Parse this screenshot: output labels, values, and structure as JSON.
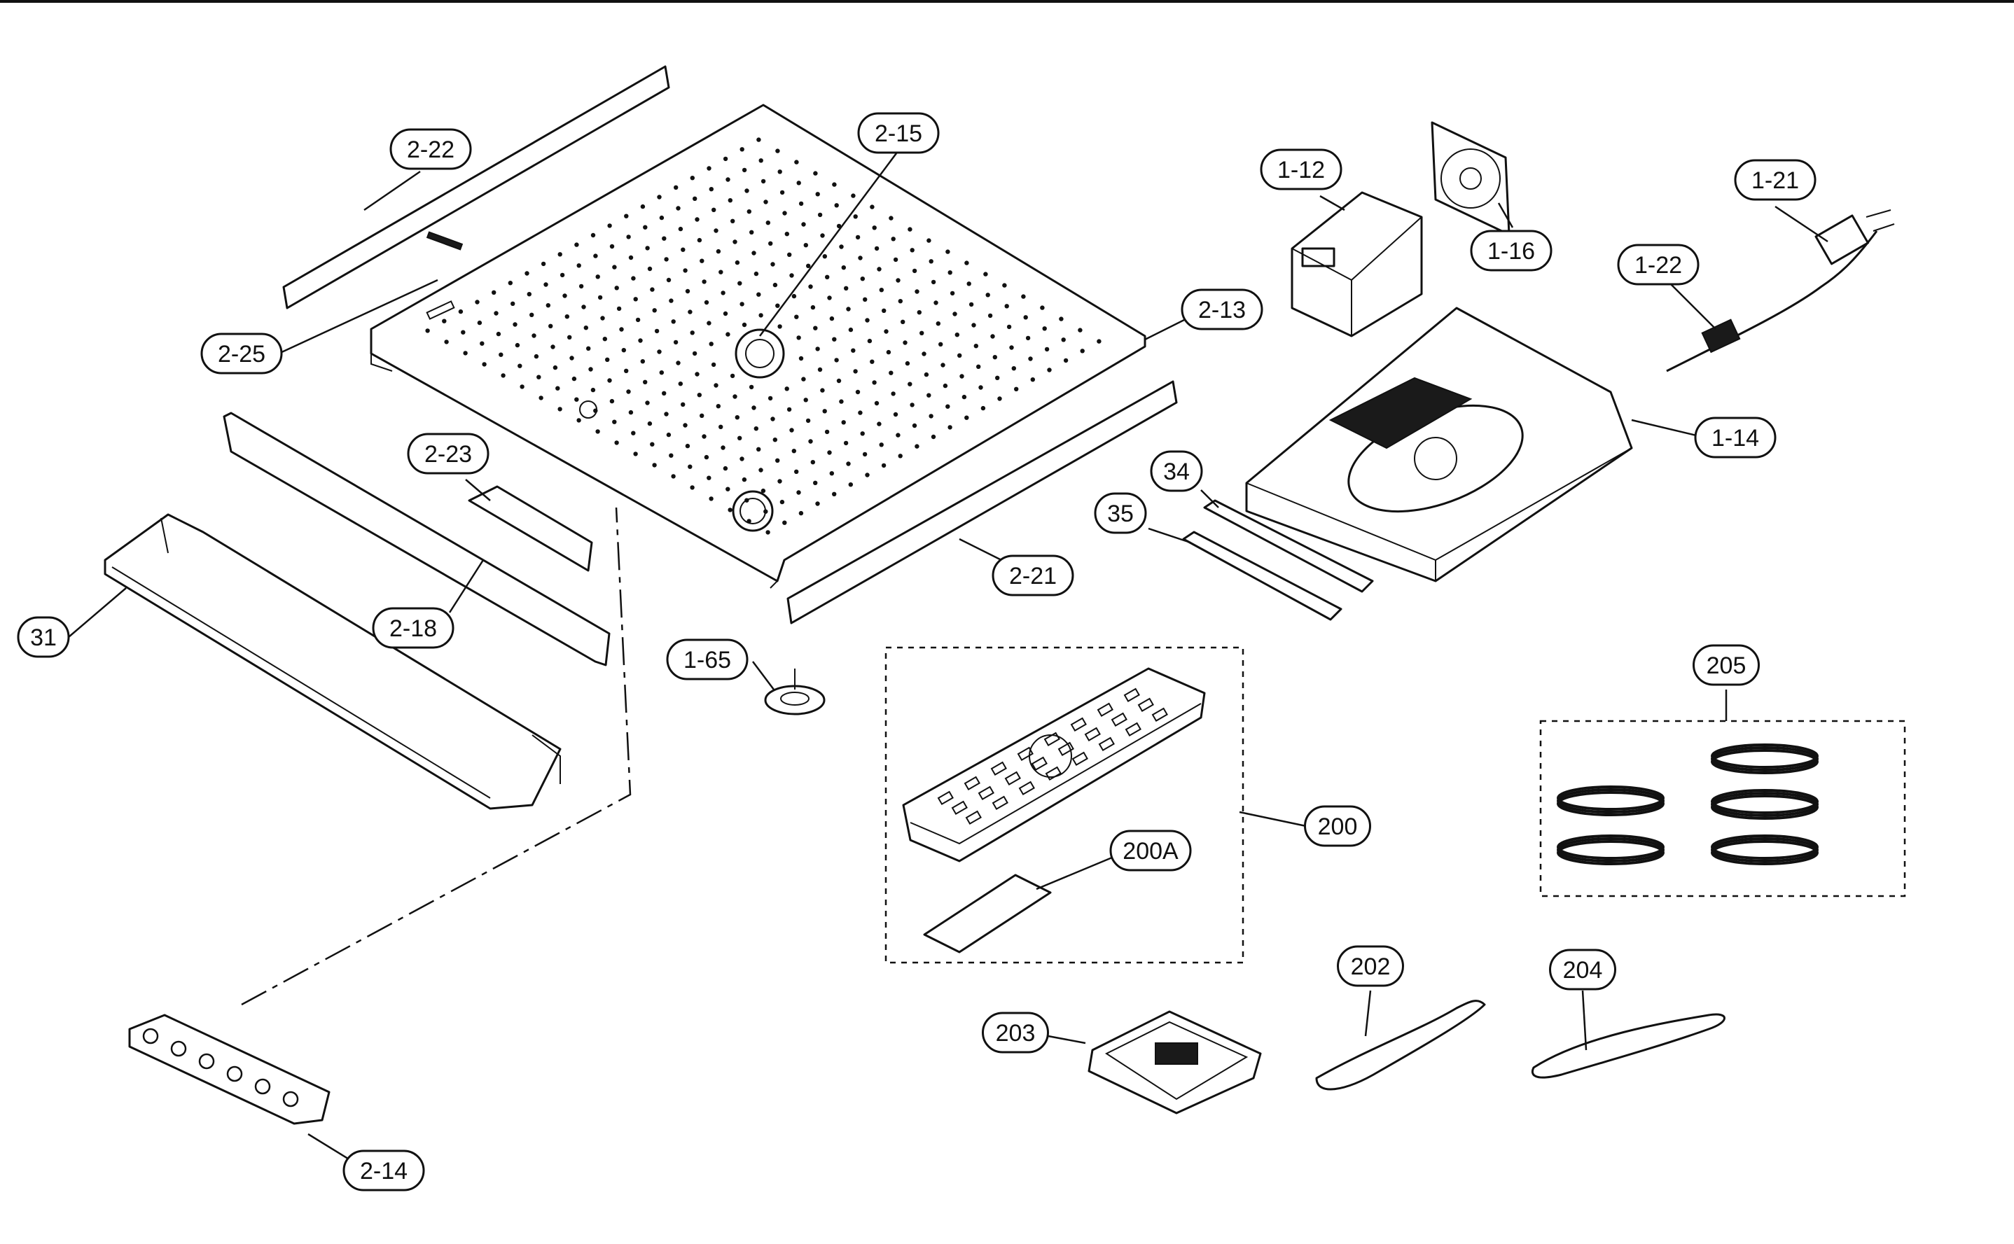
{
  "callouts": [
    {
      "id": "2-22",
      "label": "2-22"
    },
    {
      "id": "2-15",
      "label": "2-15"
    },
    {
      "id": "2-25",
      "label": "2-25"
    },
    {
      "id": "2-13",
      "label": "2-13"
    },
    {
      "id": "2-23",
      "label": "2-23"
    },
    {
      "id": "2-18",
      "label": "2-18"
    },
    {
      "id": "31",
      "label": "31"
    },
    {
      "id": "2-21",
      "label": "2-21"
    },
    {
      "id": "1-65",
      "label": "1-65"
    },
    {
      "id": "2-14",
      "label": "2-14"
    },
    {
      "id": "1-12",
      "label": "1-12"
    },
    {
      "id": "1-16",
      "label": "1-16"
    },
    {
      "id": "1-21",
      "label": "1-21"
    },
    {
      "id": "1-22",
      "label": "1-22"
    },
    {
      "id": "1-14",
      "label": "1-14"
    },
    {
      "id": "34",
      "label": "34"
    },
    {
      "id": "35",
      "label": "35"
    },
    {
      "id": "200",
      "label": "200"
    },
    {
      "id": "200A",
      "label": "200A"
    },
    {
      "id": "205",
      "label": "205"
    },
    {
      "id": "202",
      "label": "202"
    },
    {
      "id": "203",
      "label": "203"
    },
    {
      "id": "204",
      "label": "204"
    }
  ]
}
